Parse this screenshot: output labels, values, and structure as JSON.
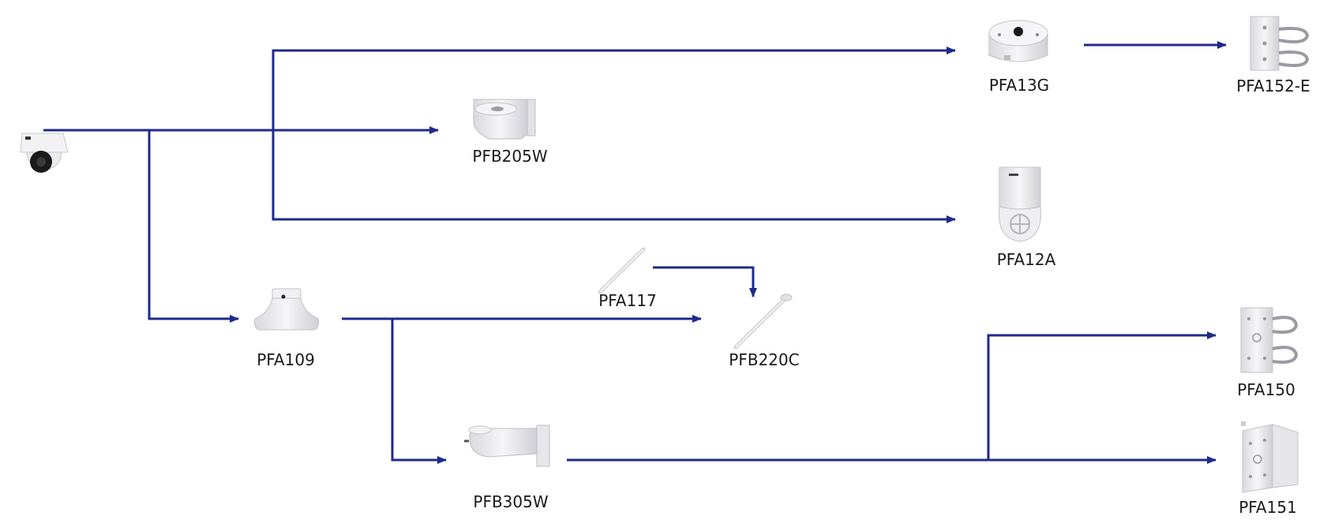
{
  "diagram": {
    "line_color": "#1f2a8c",
    "device_color": "#e9e9ec",
    "nodes": {
      "camera": {
        "label": "",
        "icon": "dome-camera-icon"
      },
      "pfb205w": {
        "label": "PFB205W",
        "icon": "wall-bracket-icon"
      },
      "pfa13g": {
        "label": "PFA13G",
        "icon": "junction-box-icon"
      },
      "pfa152e": {
        "label": "PFA152-E",
        "icon": "pole-mount-adapter-icon"
      },
      "pfa12a": {
        "label": "PFA12A",
        "icon": "wall-mount-adapter-icon"
      },
      "pfa109": {
        "label": "PFA109",
        "icon": "mount-adapter-icon"
      },
      "pfa117": {
        "label": "PFA117",
        "icon": "extension-pole-icon"
      },
      "pfb220c": {
        "label": "PFB220C",
        "icon": "ceiling-mount-pole-icon"
      },
      "pfb305w": {
        "label": "PFB305W",
        "icon": "wall-mount-bracket-icon"
      },
      "pfa150": {
        "label": "PFA150",
        "icon": "pole-mount-bracket-icon"
      },
      "pfa151": {
        "label": "PFA151",
        "icon": "corner-mount-bracket-icon"
      }
    },
    "connections": [
      [
        "camera",
        "pfb205w"
      ],
      [
        "camera",
        "pfa13g"
      ],
      [
        "camera",
        "pfa12a"
      ],
      [
        "camera",
        "pfa109"
      ],
      [
        "pfa13g",
        "pfa152e"
      ],
      [
        "pfa109",
        "pfb220c"
      ],
      [
        "pfa117",
        "pfb220c"
      ],
      [
        "pfa109",
        "pfb305w"
      ],
      [
        "pfb305w",
        "pfa150"
      ],
      [
        "pfb305w",
        "pfa151"
      ]
    ]
  }
}
